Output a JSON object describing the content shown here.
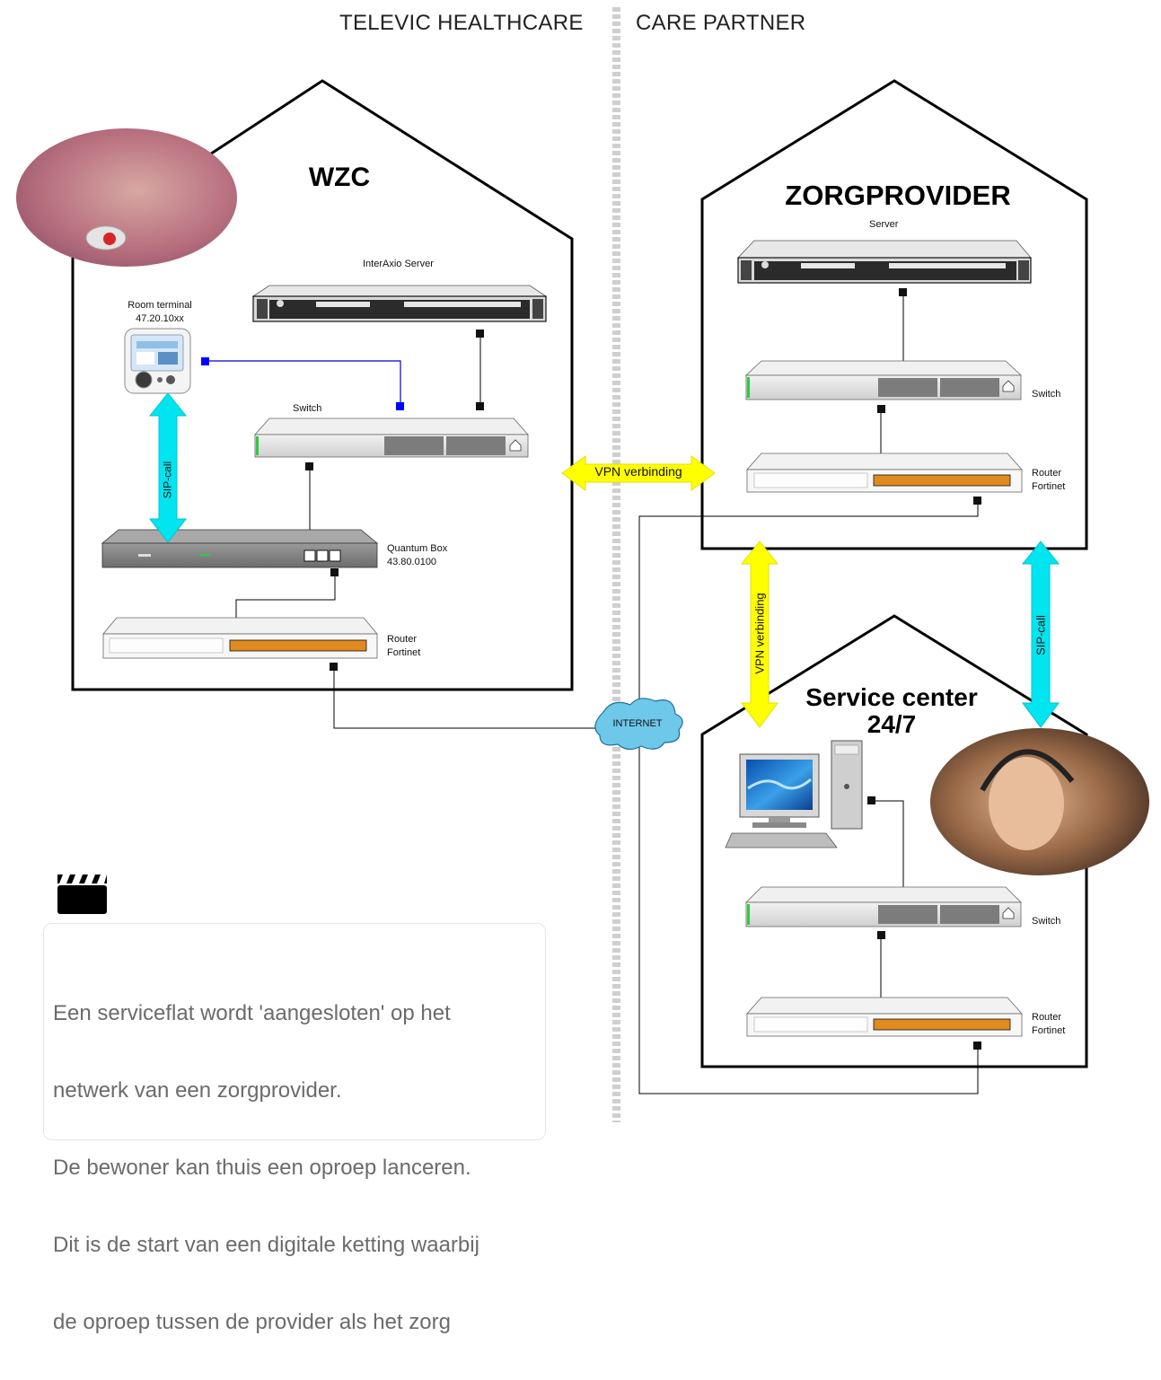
{
  "header": {
    "left": "TELEVIC HEALTHCARE",
    "right": "CARE PARTNER"
  },
  "houses": {
    "wzc": "WZC",
    "zorgprovider": "ZORGPROVIDER",
    "service_center_line1": "Service center",
    "service_center_line2": "24/7"
  },
  "devices": {
    "interaxio_server": "InterAxio Server",
    "room_terminal": "Room terminal",
    "room_terminal_id": "47.20.10xx",
    "switch_wzc": "Switch",
    "quantum_box": "Quantum Box",
    "quantum_box_id": "43.80.0100",
    "router_wzc": "Router",
    "router_wzc_brand": "Fortinet",
    "server_zorg": "Server",
    "switch_zorg": "Switch",
    "router_zorg": "Router",
    "router_zorg_brand": "Fortinet",
    "switch_sc": "Switch",
    "router_sc": "Router",
    "router_sc_brand": "Fortinet"
  },
  "links": {
    "sip_call_left": "SIP-call",
    "vpn_horizontal": "VPN verbinding",
    "vpn_vertical": "VPN verbinding",
    "sip_call_right": "SIP-call",
    "internet": "INTERNET"
  },
  "caption": {
    "line1": "Een serviceflat wordt 'aangesloten' op het",
    "line2": "netwerk van een zorgprovider.",
    "line3": "De bewoner kan thuis een oproep lanceren.",
    "line4": "Dit is de start van een digitale ketting waarbij",
    "line5": "de oproep tussen de provider als het zorg"
  },
  "colors": {
    "sip_arrow": "#00e5f0",
    "vpn_arrow": "#ffff00",
    "wire": "#000000",
    "blue_wire": "#0000cc",
    "cloud": "#6ec8ea",
    "divider": "#cfcfcf"
  },
  "icons": [
    "clapperboard-icon",
    "cloud-icon",
    "server-icon",
    "switch-icon",
    "router-icon",
    "computer-icon"
  ]
}
